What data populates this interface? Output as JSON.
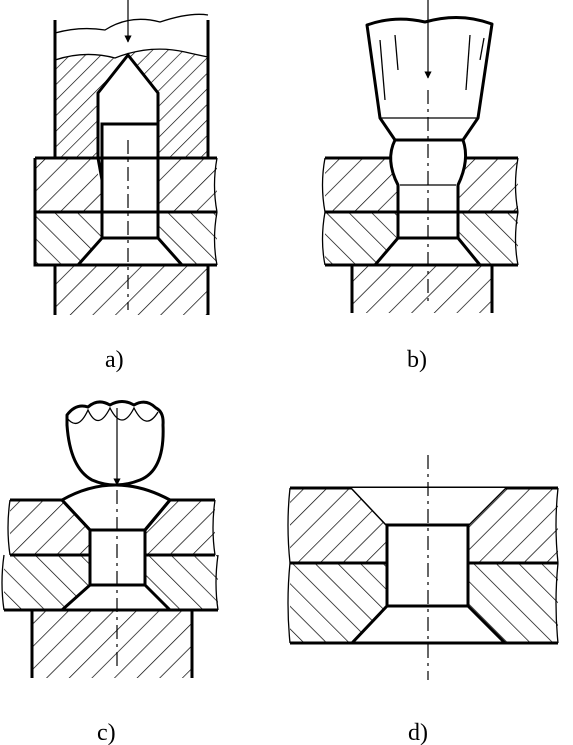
{
  "diagram": {
    "panels": [
      {
        "id": "a",
        "label": "a)"
      },
      {
        "id": "b",
        "label": "b)"
      },
      {
        "id": "c",
        "label": "c)"
      },
      {
        "id": "d",
        "label": "d)"
      }
    ],
    "line_color": "#000000",
    "background": "#ffffff"
  }
}
